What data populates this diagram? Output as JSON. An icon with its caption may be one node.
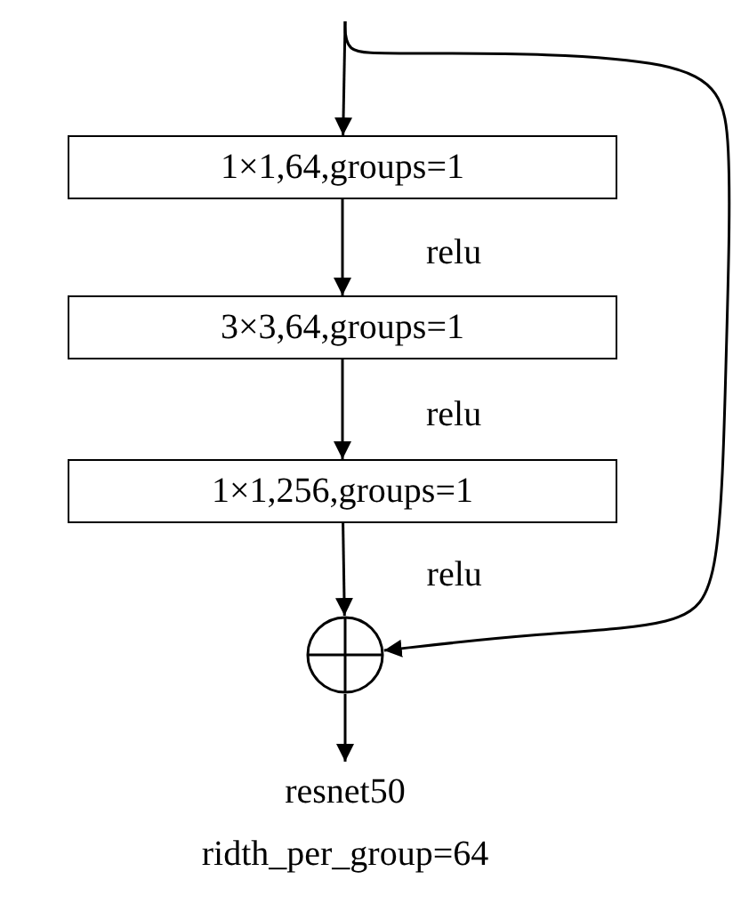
{
  "diagram": {
    "nodes": [
      {
        "text": [
          "1×1,64,groups=1"
        ]
      },
      {
        "text": [
          "3×3,64,groups=1"
        ]
      },
      {
        "text": [
          "1×1,256,groups=1"
        ]
      },
      {
        "text": [],
        "shape": "circle"
      },
      {
        "text": [
          "resnet50",
          "ridth_per_group=64"
        ]
      }
    ],
    "edges": [
      {
        "from": null,
        "to": 0,
        "arrow": "to"
      },
      {
        "from": null,
        "to": 3,
        "arrow": "to"
      },
      {
        "from": 0,
        "to": 1,
        "arrow": "to",
        "label": "relu"
      },
      {
        "from": 1,
        "to": 2,
        "arrow": "to",
        "label": "relu"
      },
      {
        "from": 2,
        "to": 3,
        "arrow": "to",
        "label": "relu"
      },
      {
        "from": 3,
        "to": 4,
        "arrow": "to"
      }
    ]
  }
}
